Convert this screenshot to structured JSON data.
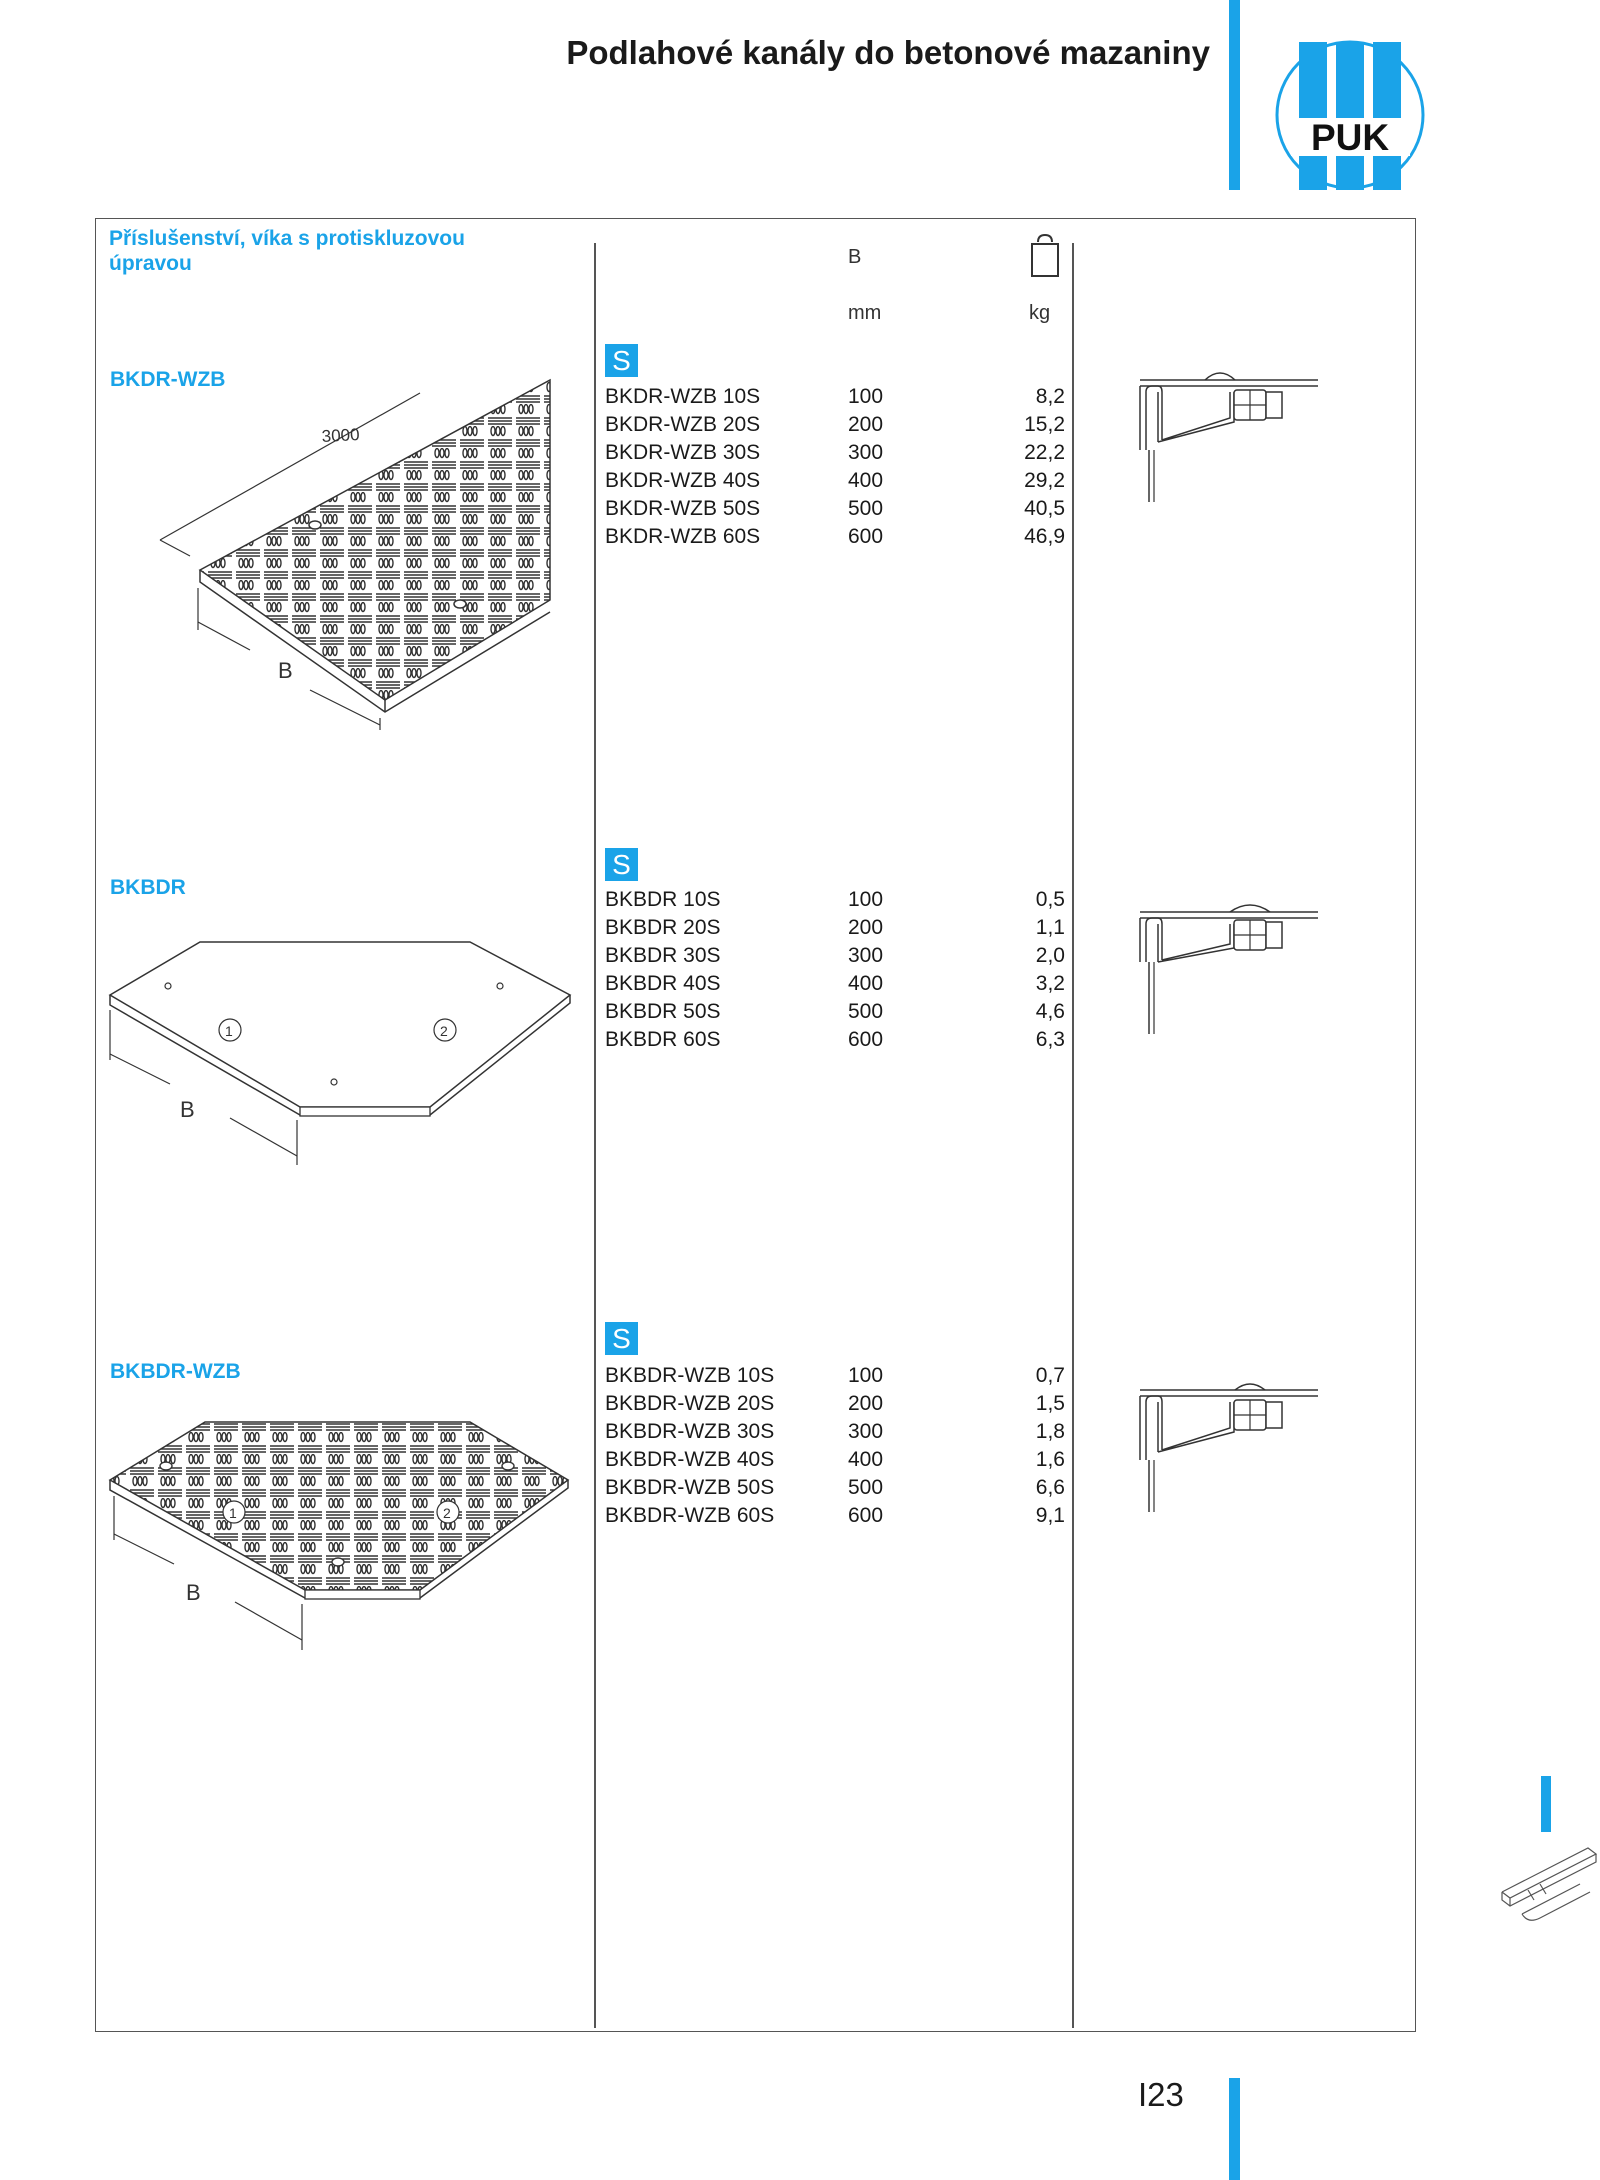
{
  "page": {
    "title": "Podlahové kanály do betonové mazaniny",
    "page_number": "I23",
    "logo_text": "PUK",
    "accent_color": "#1aa3e8"
  },
  "table": {
    "category": "Příslušenství, víka s protiskluzovou úpravou",
    "header_b": "B",
    "header_b_unit": "mm",
    "header_weight_icon": "weight-icon",
    "header_weight_unit": "kg"
  },
  "sections": [
    {
      "label": "BKDR-WZB",
      "badge": "S",
      "drawing_labels": {
        "length": "3000",
        "width": "B"
      },
      "rows": [
        {
          "name": "BKDR-WZB 10S",
          "b": "100",
          "kg": "8,2"
        },
        {
          "name": "BKDR-WZB 20S",
          "b": "200",
          "kg": "15,2"
        },
        {
          "name": "BKDR-WZB 30S",
          "b": "300",
          "kg": "22,2"
        },
        {
          "name": "BKDR-WZB 40S",
          "b": "400",
          "kg": "29,2"
        },
        {
          "name": "BKDR-WZB 50S",
          "b": "500",
          "kg": "40,5"
        },
        {
          "name": "BKDR-WZB 60S",
          "b": "600",
          "kg": "46,9"
        }
      ]
    },
    {
      "label": "BKBDR",
      "badge": "S",
      "drawing_labels": {
        "width": "B",
        "mark1": "1",
        "mark2": "2"
      },
      "rows": [
        {
          "name": "BKBDR 10S",
          "b": "100",
          "kg": "0,5"
        },
        {
          "name": "BKBDR 20S",
          "b": "200",
          "kg": "1,1"
        },
        {
          "name": "BKBDR 30S",
          "b": "300",
          "kg": "2,0"
        },
        {
          "name": "BKBDR 40S",
          "b": "400",
          "kg": "3,2"
        },
        {
          "name": "BKBDR 50S",
          "b": "500",
          "kg": "4,6"
        },
        {
          "name": "BKBDR 60S",
          "b": "600",
          "kg": "6,3"
        }
      ]
    },
    {
      "label": "BKBDR-WZB",
      "badge": "S",
      "drawing_labels": {
        "width": "B",
        "mark1": "1",
        "mark2": "2"
      },
      "rows": [
        {
          "name": "BKBDR-WZB 10S",
          "b": "100",
          "kg": "0,7"
        },
        {
          "name": "BKBDR-WZB 20S",
          "b": "200",
          "kg": "1,5"
        },
        {
          "name": "BKBDR-WZB 30S",
          "b": "300",
          "kg": "1,8"
        },
        {
          "name": "BKBDR-WZB 40S",
          "b": "400",
          "kg": "1,6"
        },
        {
          "name": "BKBDR-WZB 50S",
          "b": "500",
          "kg": "6,6"
        },
        {
          "name": "BKBDR-WZB 60S",
          "b": "600",
          "kg": "9,1"
        }
      ]
    }
  ]
}
